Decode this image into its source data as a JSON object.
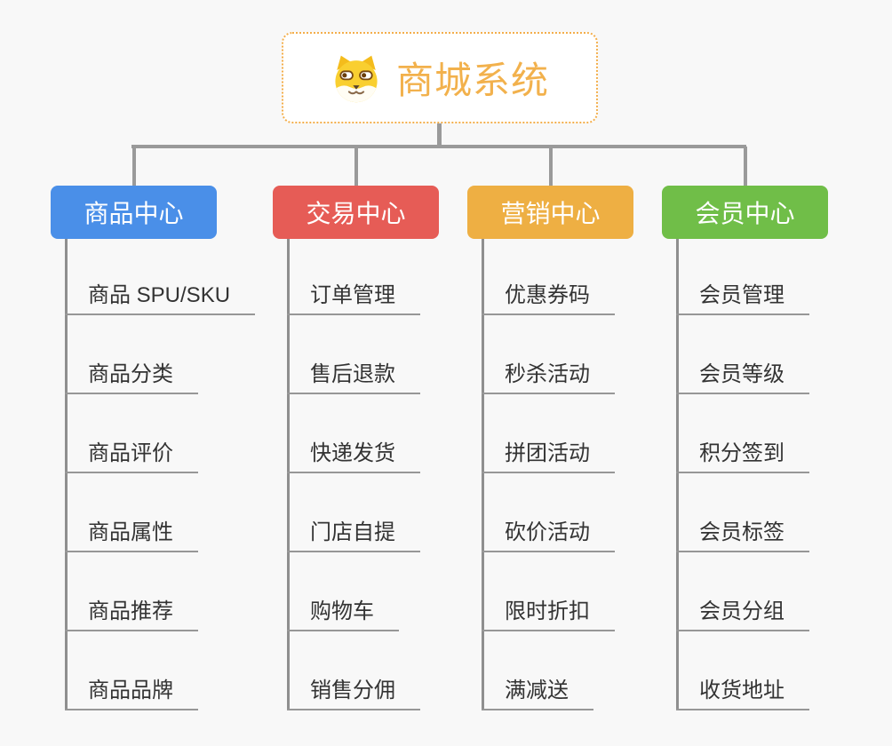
{
  "background": "#F8F8F8",
  "root": {
    "title": "商城系统",
    "icon": "dog-icon",
    "text_color": "#F2B14C",
    "border_color": "#F3AE4B"
  },
  "branches": [
    {
      "id": "product-center",
      "label": "商品中心",
      "color": "#4A8FE8",
      "children": [
        "商品 SPU/SKU",
        "商品分类",
        "商品评价",
        "商品属性",
        "商品推荐",
        "商品品牌"
      ]
    },
    {
      "id": "trade-center",
      "label": "交易中心",
      "color": "#E65C56",
      "children": [
        "订单管理",
        "售后退款",
        "快递发货",
        "门店自提",
        "购物车",
        "销售分佣"
      ]
    },
    {
      "id": "marketing-center",
      "label": "营销中心",
      "color": "#EEAF43",
      "children": [
        "优惠券码",
        "秒杀活动",
        "拼团活动",
        "砍价活动",
        "限时折扣",
        "满减送"
      ]
    },
    {
      "id": "member-center",
      "label": "会员中心",
      "color": "#70BE48",
      "children": [
        "会员管理",
        "会员等级",
        "积分签到",
        "会员标签",
        "会员分组",
        "收货地址"
      ]
    }
  ],
  "connector_color": "#9A9A9A",
  "underline_color": "#979797",
  "item_text_color": "#333333"
}
